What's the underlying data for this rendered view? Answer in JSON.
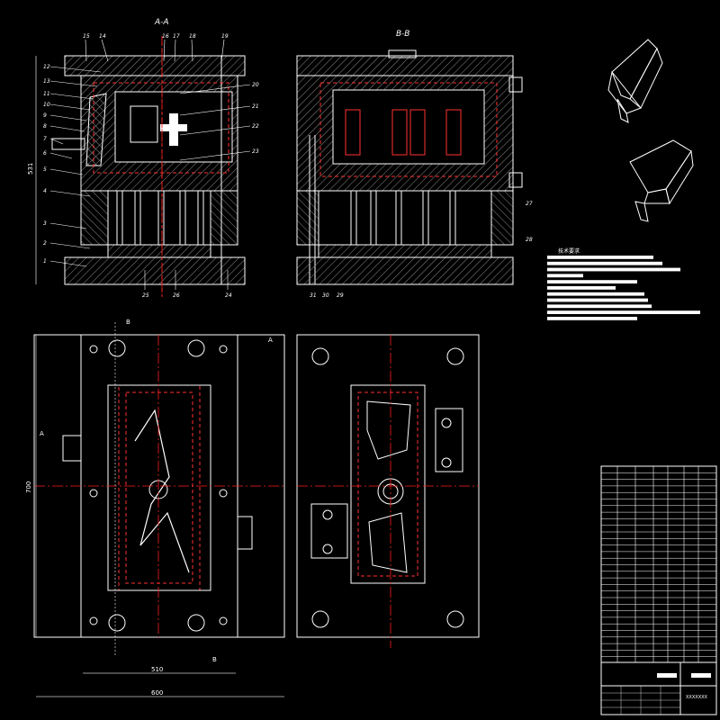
{
  "views": {
    "section_aa": "A-A",
    "section_bb": "B-B"
  },
  "tech_requirements": {
    "title": "技术要求",
    "line_count": 11
  },
  "dimensions": {
    "height_left": "531",
    "plan_height": "700",
    "plan_width_inner": "510",
    "plan_width_outer": "600"
  },
  "section_markers": {
    "a": "A",
    "b": "B"
  },
  "callouts_left": [
    "12",
    "13",
    "11",
    "10",
    "9",
    "8",
    "7",
    "6",
    "5",
    "4",
    "3",
    "2",
    "1"
  ],
  "callouts_top": [
    "15",
    "14",
    "16",
    "17",
    "18",
    "19"
  ],
  "callouts_right": [
    "20",
    "21",
    "22",
    "23"
  ],
  "callouts_bottom": [
    "25",
    "26",
    "24"
  ],
  "callouts_bb": [
    "31",
    "30",
    "29",
    "27",
    "28"
  ],
  "title_block": {
    "drawing_no": "XXXXXXX"
  },
  "colors": {
    "background": "#000000",
    "line": "#ffffff",
    "hidden": "#ff3030",
    "center": "#ff2020",
    "hatch": "#9a9a9a",
    "dimension": "#c8c8c8"
  }
}
